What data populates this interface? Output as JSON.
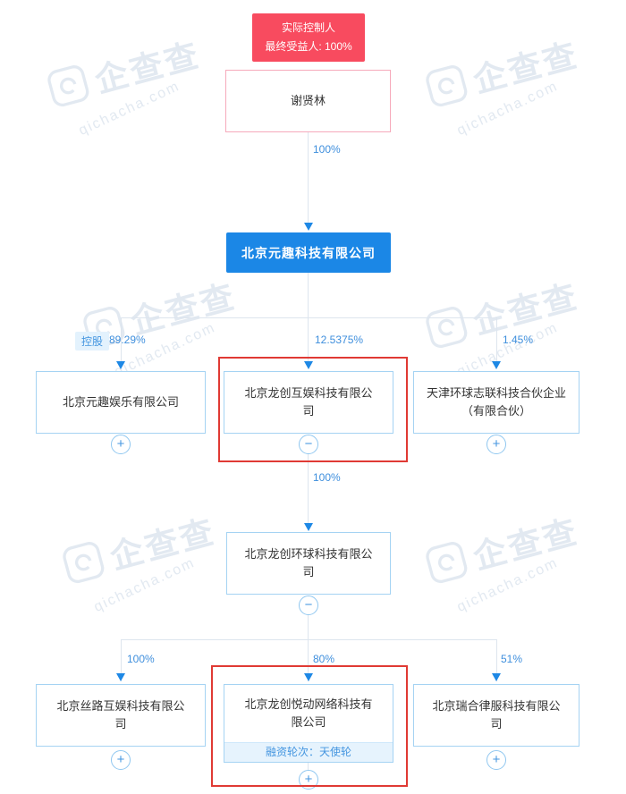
{
  "watermark": {
    "brand": "企查查",
    "domain": "qichacha.com"
  },
  "root_badge": {
    "line1": "实际控制人",
    "line2": "最终受益人: 100%"
  },
  "controller": {
    "name": "谢贤林",
    "ownership": "100%"
  },
  "company": {
    "name": "北京元趣科技有限公司"
  },
  "level1": {
    "children": [
      {
        "badge": "控股",
        "percent": "89.29%",
        "name": "北京元趣娱乐有限公司",
        "expand": "+"
      },
      {
        "percent": "12.5375%",
        "name": "北京龙创互娱科技有限公司",
        "expand": "−"
      },
      {
        "percent": "1.45%",
        "name": "天津环球志联科技合伙企业（有限合伙）",
        "expand": "+"
      }
    ]
  },
  "level2": {
    "percent": "100%",
    "name": "北京龙创环球科技有限公司",
    "expand": "−"
  },
  "level3": {
    "children": [
      {
        "percent": "100%",
        "name": "北京丝路互娱科技有限公司",
        "expand": "+"
      },
      {
        "percent": "80%",
        "name": "北京龙创悦动网络科技有限公司",
        "funding": "融资轮次：天使轮",
        "expand": "+"
      },
      {
        "percent": "51%",
        "name": "北京瑞合律服科技有限公司",
        "expand": "+"
      }
    ]
  }
}
